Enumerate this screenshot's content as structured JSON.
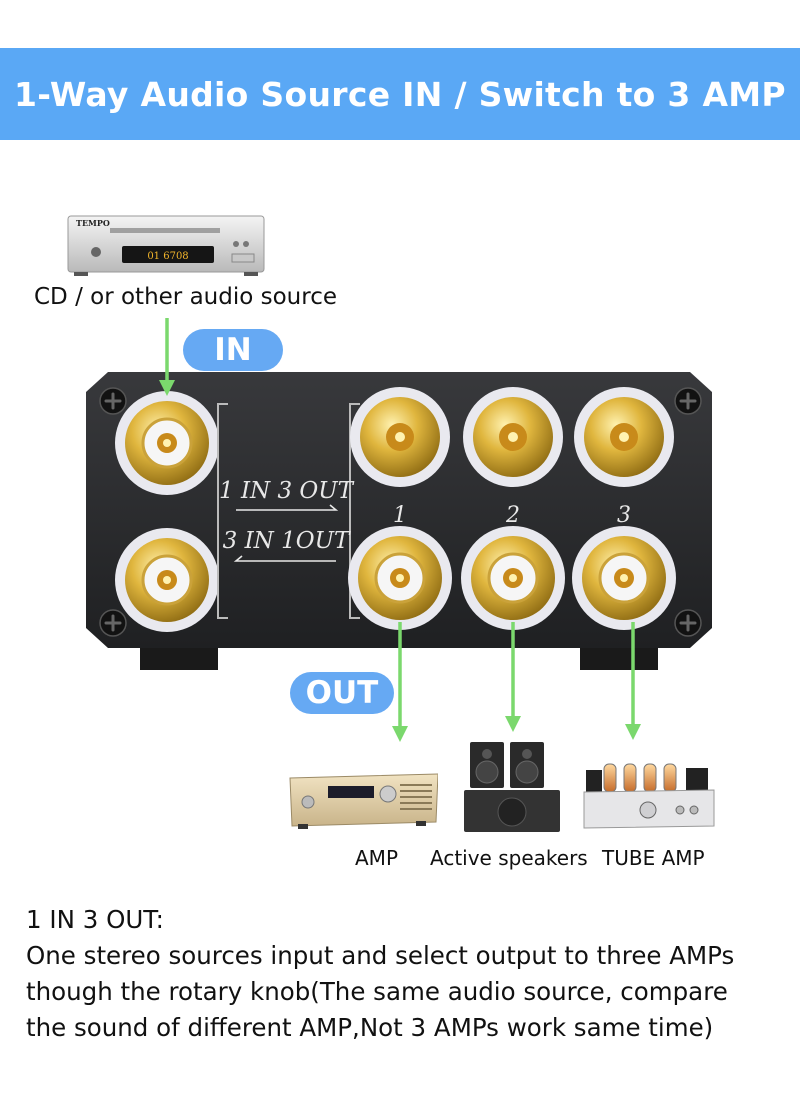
{
  "banner": {
    "title": "1-Way Audio Source IN / Switch to 3 AMP"
  },
  "source": {
    "label": "CD / or other audio source",
    "brand": "TEMPO",
    "display": "01 6708"
  },
  "badges": {
    "in": "IN",
    "out": "OUT"
  },
  "switch_box": {
    "mode_top": "1 IN 3 OUT",
    "mode_bottom": "3 IN 1OUT",
    "port_numbers": [
      "1",
      "2",
      "3"
    ]
  },
  "devices": [
    {
      "label": "AMP"
    },
    {
      "label": "Active speakers"
    },
    {
      "label": "TUBE AMP"
    }
  ],
  "description": {
    "heading": "1 IN 3 OUT:",
    "lines": [
      "One stereo sources input and select output to three AMPs",
      "though the rotary knob(The same audio source, compare",
      "the sound of different AMP,Not 3 AMPs work same time)"
    ]
  },
  "colors": {
    "banner": "#5aa8f5",
    "badge": "#66a9f3",
    "arrow": "#7bd86d",
    "box": "#2a2b2e",
    "gold": "#d9b03a"
  }
}
